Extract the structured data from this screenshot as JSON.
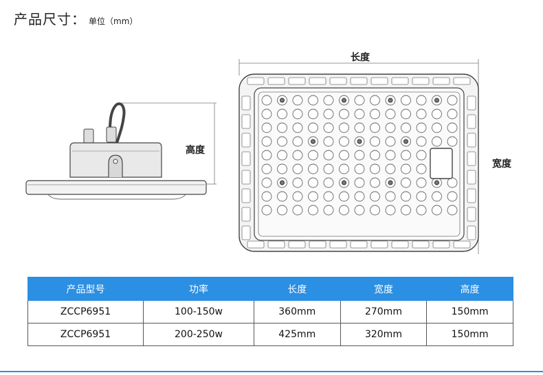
{
  "page": {
    "title": "产品尺寸：",
    "unit": "单位（mm）"
  },
  "diagram": {
    "height_label": "高度",
    "length_label": "长度",
    "width_label": "宽度"
  },
  "table": {
    "headers": [
      "产品型号",
      "功率",
      "长度",
      "宽度",
      "高度"
    ],
    "rows": [
      [
        "ZCCP6951",
        "100-150w",
        "360mm",
        "270mm",
        "150mm"
      ],
      [
        "ZCCP6951",
        "200-250w",
        "425mm",
        "320mm",
        "150mm"
      ]
    ]
  },
  "colors": {
    "header_bg": "#2b8fe3",
    "accent_line": "#2b8fe3"
  }
}
